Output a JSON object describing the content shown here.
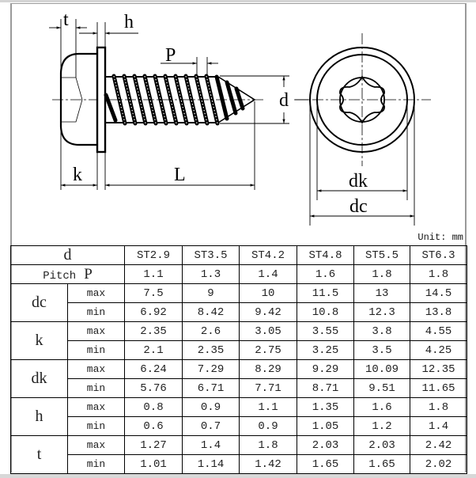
{
  "drawing": {
    "side_view_labels": {
      "t": "t",
      "h": "h",
      "P": "P",
      "d": "d",
      "k": "k",
      "L": "L"
    },
    "top_view_labels": {
      "dk": "dk",
      "dc": "dc"
    },
    "unit_label": "Unit: mm"
  },
  "table": {
    "header": {
      "label": "d",
      "columns": [
        "ST2.9",
        "ST3.5",
        "ST4.2",
        "ST4.8",
        "ST5.5",
        "ST6.3"
      ]
    },
    "pitch": {
      "word": "Pitch",
      "symbol": "P",
      "values": [
        "1.1",
        "1.3",
        "1.4",
        "1.6",
        "1.8",
        "1.8"
      ]
    },
    "rows": [
      {
        "param": "dc",
        "max": [
          "7.5",
          "9",
          "10",
          "11.5",
          "13",
          "14.5"
        ],
        "min": [
          "6.92",
          "8.42",
          "9.42",
          "10.8",
          "12.3",
          "13.8"
        ]
      },
      {
        "param": "k",
        "max": [
          "2.35",
          "2.6",
          "3.05",
          "3.55",
          "3.8",
          "4.55"
        ],
        "min": [
          "2.1",
          "2.35",
          "2.75",
          "3.25",
          "3.5",
          "4.25"
        ]
      },
      {
        "param": "dk",
        "max": [
          "6.24",
          "7.29",
          "8.29",
          "9.29",
          "10.09",
          "12.35"
        ],
        "min": [
          "5.76",
          "6.71",
          "7.71",
          "8.71",
          "9.51",
          "11.65"
        ]
      },
      {
        "param": "h",
        "max": [
          "0.8",
          "0.9",
          "1.1",
          "1.35",
          "1.6",
          "1.8"
        ],
        "min": [
          "0.6",
          "0.7",
          "0.9",
          "1.05",
          "1.2",
          "1.4"
        ]
      },
      {
        "param": "t",
        "max": [
          "1.27",
          "1.4",
          "1.8",
          "2.03",
          "2.03",
          "2.42"
        ],
        "min": [
          "1.01",
          "1.14",
          "1.42",
          "1.65",
          "1.65",
          "2.02"
        ]
      }
    ],
    "max_label": "max",
    "min_label": "min"
  },
  "colors": {
    "line": "#000000",
    "frame": "#9a9a9a",
    "background": "#ffffff"
  }
}
